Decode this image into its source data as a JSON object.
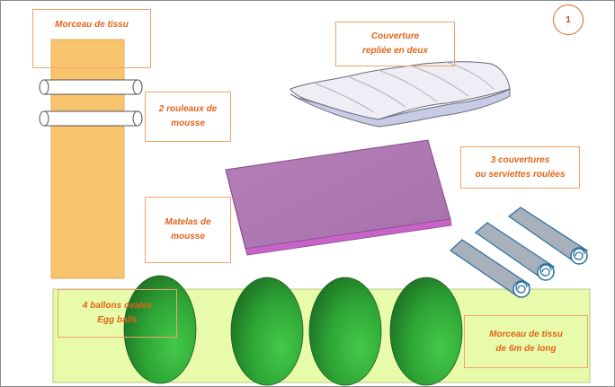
{
  "page_number": "1",
  "labels": {
    "fabric_piece": "Morceau de tissu",
    "foam_rolls": [
      "2 rouleaux de",
      "mousse"
    ],
    "blanket_folded": [
      "Couverture",
      "repliée en deux"
    ],
    "rolled_blankets": [
      "3 couvertures",
      "ou serviettes roulées"
    ],
    "foam_mattress": [
      "Matelas de",
      "mousse"
    ],
    "egg_balls": [
      "4 ballons ovales",
      "Egg balls"
    ],
    "fabric_long": [
      "Morceau de tissu",
      "de 6m de long"
    ]
  },
  "colors": {
    "fabric_strip": "#f9c46e",
    "ground_fabric": "#e8fbaa",
    "mattress": "#b07ab4",
    "egg_ball": "#2fa83a",
    "label_text": "#e0661b",
    "label_border": "#f0a36b"
  },
  "icons": [
    "foam-roll-icon",
    "folded-blanket-icon",
    "foam-mattress-icon",
    "rolled-towel-icon",
    "egg-ball-icon"
  ]
}
